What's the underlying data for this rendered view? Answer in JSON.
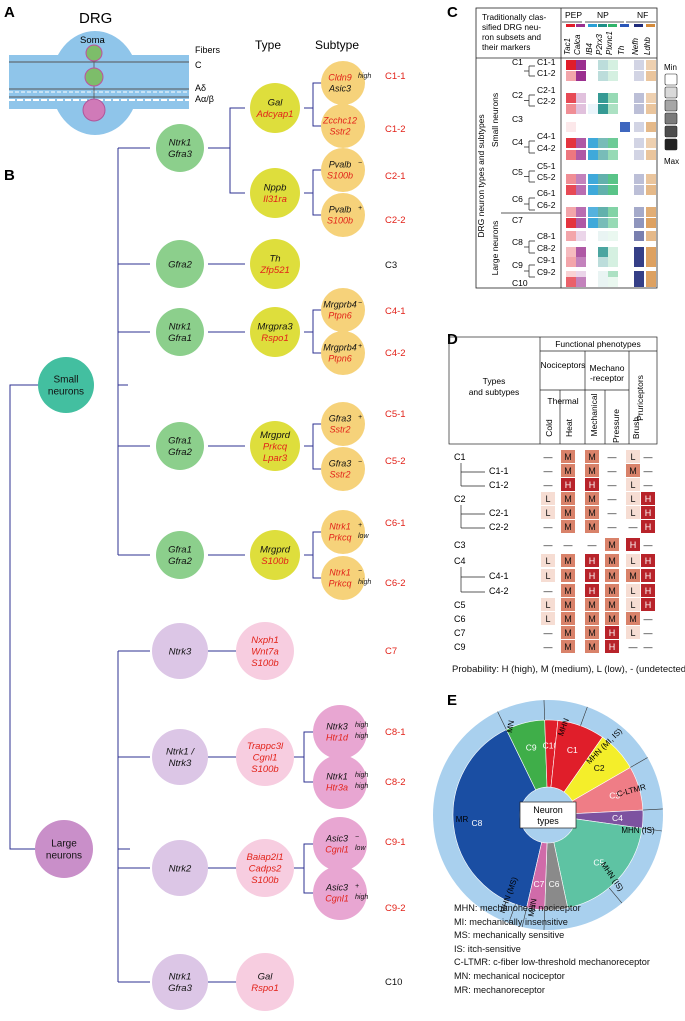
{
  "panels": {
    "a": "A",
    "b": "B",
    "c": "C",
    "d": "D",
    "e": "E"
  },
  "colors": {
    "red_text": "#e2231a",
    "green_circle": "#8ccf8c",
    "yellow_circle": "#dede3c",
    "orange_circle": "#f6d27a",
    "teal_circle": "#43bfa0",
    "purple_circle": "#c98fc9",
    "lavender_circle": "#dcc6e6",
    "pink_circle": "#f7cde0",
    "magenta_circle": "#e8a6d2",
    "line_blue": "#2e3192",
    "axon_blue": "#8fc5ea"
  },
  "panelA": {
    "title": "DRG",
    "soma": "Soma",
    "fibers": "Fibers",
    "fiber_c": "C",
    "fiber_ad": "Aδ",
    "fiber_ab": "Aα/β"
  },
  "panelB": {
    "headers": {
      "type": "Type",
      "subtype": "Subtype"
    },
    "roots": [
      {
        "lines": [
          "Small",
          "neurons"
        ]
      },
      {
        "lines": [
          "Large",
          "neurons"
        ]
      }
    ],
    "groups": [
      {
        "lines": [
          "Ntrk1",
          "Gfra3"
        ]
      },
      {
        "lines": [
          "Gfra2"
        ]
      },
      {
        "lines": [
          "Ntrk1",
          "Gfra1"
        ]
      },
      {
        "lines": [
          "Gfra1",
          "Gfra2"
        ]
      },
      {
        "lines": [
          "Gfra1",
          "Gfra2"
        ]
      },
      {
        "lines": [
          "Ntrk3"
        ]
      },
      {
        "lines": [
          "Ntrk1 /",
          "Ntrk3"
        ]
      },
      {
        "lines": [
          "Ntrk2"
        ]
      },
      {
        "lines": [
          "Ntrk1",
          "Gfra3"
        ]
      }
    ],
    "types": [
      {
        "lines": [
          "Gal",
          "Adcyap1"
        ]
      },
      {
        "lines": [
          "Nppb",
          "Il31ra"
        ]
      },
      {
        "lines": [
          "Th",
          "Zfp521"
        ]
      },
      {
        "lines": [
          "Mrgpra3",
          "Rspo1"
        ]
      },
      {
        "lines": [
          "Mrgprd",
          "Prkcq",
          "Lpar3"
        ]
      },
      {
        "lines": [
          "Mrgprd",
          "S100b"
        ]
      },
      {
        "lines": [
          "Nxph1",
          "Wnt7a",
          "S100b"
        ]
      },
      {
        "lines": [
          "Trappc3l",
          "Cgnl1",
          "S100b"
        ]
      },
      {
        "lines": [
          "Baiap2l1",
          "Cadps2",
          "S100b"
        ]
      },
      {
        "lines": [
          "Gal",
          "Rspo1"
        ]
      }
    ],
    "subtypes": [
      {
        "lines": [
          "Cldn9",
          "Asic3"
        ],
        "sup": "high"
      },
      {
        "lines": [
          "Zcchc12",
          "Sstr2"
        ]
      },
      {
        "lines": [
          "Pvalb",
          "S100b"
        ],
        "sup": "−"
      },
      {
        "lines": [
          "Pvalb",
          "S100b"
        ],
        "sup": "+"
      },
      {
        "lines": [
          "Mrgprb4",
          "Ptpn6"
        ],
        "sup": "−"
      },
      {
        "lines": [
          "Mrgprb4",
          "Ptpn6"
        ],
        "sup": "+"
      },
      {
        "lines": [
          "Gfra3",
          "Sstr2"
        ],
        "sup": "+"
      },
      {
        "lines": [
          "Gfra3",
          "Sstr2"
        ],
        "sup": "−"
      },
      {
        "lines": [
          "Ntrk1",
          "Prkcq"
        ],
        "sup": "+",
        "sup2": "low"
      },
      {
        "lines": [
          "Ntrk1",
          "Prkcq"
        ],
        "sup": "−",
        "sup2": "high"
      },
      {
        "lines": [
          "Ntrk3",
          "Htr1d"
        ],
        "sup": "high",
        "sup2": "high"
      },
      {
        "lines": [
          "Ntrk1",
          "Htr3a"
        ],
        "sup": "high",
        "sup2": "high"
      },
      {
        "lines": [
          "Asic3",
          "Cgnl1"
        ],
        "sup": "−",
        "sup2": "low"
      },
      {
        "lines": [
          "Asic3",
          "Cgnl1"
        ],
        "sup": "+",
        "sup2": "high"
      }
    ],
    "codes": [
      "C1-1",
      "C1-2",
      "C2-1",
      "C2-2",
      "C3",
      "C4-1",
      "C4-2",
      "C5-1",
      "C5-2",
      "C6-1",
      "C6-2",
      "C7",
      "C8-1",
      "C8-2",
      "C9-1",
      "C9-2",
      "C10"
    ]
  },
  "panelC": {
    "title_lines": [
      "Traditionally clas-",
      "sified DRG neu-",
      "ron subsets and",
      "their markers"
    ],
    "groups": [
      "PEP",
      "NP",
      "NF"
    ],
    "genes": [
      "Tac1",
      "Calca",
      "IB4",
      "P2rx3",
      "Plxnc1",
      "Th",
      "Nefh",
      "Ldhb"
    ],
    "ylabel": "DRG neuron types and subtypes",
    "small": "Small neurons",
    "large": "Large neurons",
    "row_labels": [
      "C1",
      "C1-1",
      "C1-2",
      "C2",
      "C2-1",
      "C2-2",
      "C3",
      "C4",
      "C4-1",
      "C4-2",
      "C5",
      "C5-1",
      "C5-2",
      "C6",
      "C6-1",
      "C6-2",
      "C7",
      "C8",
      "C8-1",
      "C8-2",
      "C9",
      "C9-1",
      "C9-2",
      "C10"
    ],
    "scale_min": "Min",
    "scale_max": "Max"
  },
  "panelD": {
    "header_types": "Types and subtypes",
    "header_func": "Functional phenotypes",
    "nociceptors": "Nociceptors",
    "thermal": "Thermal",
    "mechano": "Mechano-receptor",
    "pruriceptors": "Pruriceptors",
    "columns": [
      "Cold",
      "Heat",
      "Mechanical",
      "Pressure",
      "Brush"
    ],
    "rows": [
      {
        "label": "C1",
        "cells": [
          "—",
          "M",
          "M",
          "—",
          "L",
          "—"
        ]
      },
      {
        "label": "C1-1",
        "cells": [
          "—",
          "M",
          "M",
          "—",
          "M",
          "—"
        ]
      },
      {
        "label": "C1-2",
        "cells": [
          "—",
          "H",
          "H",
          "—",
          "L",
          "—"
        ]
      },
      {
        "label": "C2",
        "cells": [
          "L",
          "M",
          "M",
          "—",
          "L",
          "H"
        ]
      },
      {
        "label": "C2-1",
        "cells": [
          "L",
          "M",
          "M",
          "—",
          "L",
          "H"
        ]
      },
      {
        "label": "C2-2",
        "cells": [
          "—",
          "M",
          "M",
          "—",
          "—",
          "H"
        ]
      },
      {
        "label": "C3",
        "cells": [
          "—",
          "—",
          "—",
          "M",
          "H",
          "—"
        ]
      },
      {
        "label": "C4",
        "cells": [
          "L",
          "M",
          "H",
          "M",
          "L",
          "H"
        ]
      },
      {
        "label": "C4-1",
        "cells": [
          "L",
          "M",
          "H",
          "M",
          "M",
          "H"
        ]
      },
      {
        "label": "C4-2",
        "cells": [
          "—",
          "M",
          "H",
          "M",
          "L",
          "H"
        ]
      },
      {
        "label": "C5",
        "cells": [
          "L",
          "M",
          "M",
          "M",
          "L",
          "H"
        ]
      },
      {
        "label": "C6",
        "cells": [
          "L",
          "M",
          "M",
          "M",
          "M",
          "—"
        ]
      },
      {
        "label": "C7",
        "cells": [
          "—",
          "M",
          "M",
          "H",
          "L",
          "—"
        ]
      },
      {
        "label": "C9",
        "cells": [
          "—",
          "M",
          "M",
          "H",
          "—",
          "—"
        ]
      }
    ],
    "probability_note": "Probability: H (high), M (medium), L (low), - (undetected)"
  },
  "panelE": {
    "center": [
      "Neuron",
      "types"
    ],
    "inner": [
      {
        "label": "C8",
        "color": "#1a4ea3"
      },
      {
        "label": "C9",
        "color": "#3fae49"
      },
      {
        "label": "C10",
        "color": "#e01e2a"
      },
      {
        "label": "C1",
        "color": "#e01e2a"
      },
      {
        "label": "C2",
        "color": "#f4ee2a"
      },
      {
        "label": "C3",
        "color": "#ef7d86"
      },
      {
        "label": "C4",
        "color": "#7d52a0"
      },
      {
        "label": "C5",
        "color": "#5ec3a3"
      },
      {
        "label": "C6",
        "color": "#8a8a8a"
      },
      {
        "label": "C7",
        "color": "#d06ba9"
      }
    ],
    "outer": [
      "MR",
      "MN",
      "MHN",
      "MHN (MI, IS)",
      "C-LTMR",
      "MHN (IS)",
      "MHN (IS)",
      "MHN",
      "MHN (MS)"
    ],
    "outer_color": "#a9d0ee",
    "legend": [
      "MHN: mechanoheat nociceptor",
      "MI: mechanically insensitive",
      "MS: mechanically sensitive",
      "IS: itch-sensitive",
      "C-LTMR: c-fiber low-threshold mechanoreceptor",
      "MN: mechanical nociceptor",
      "MR: mechanoreceptor"
    ]
  }
}
